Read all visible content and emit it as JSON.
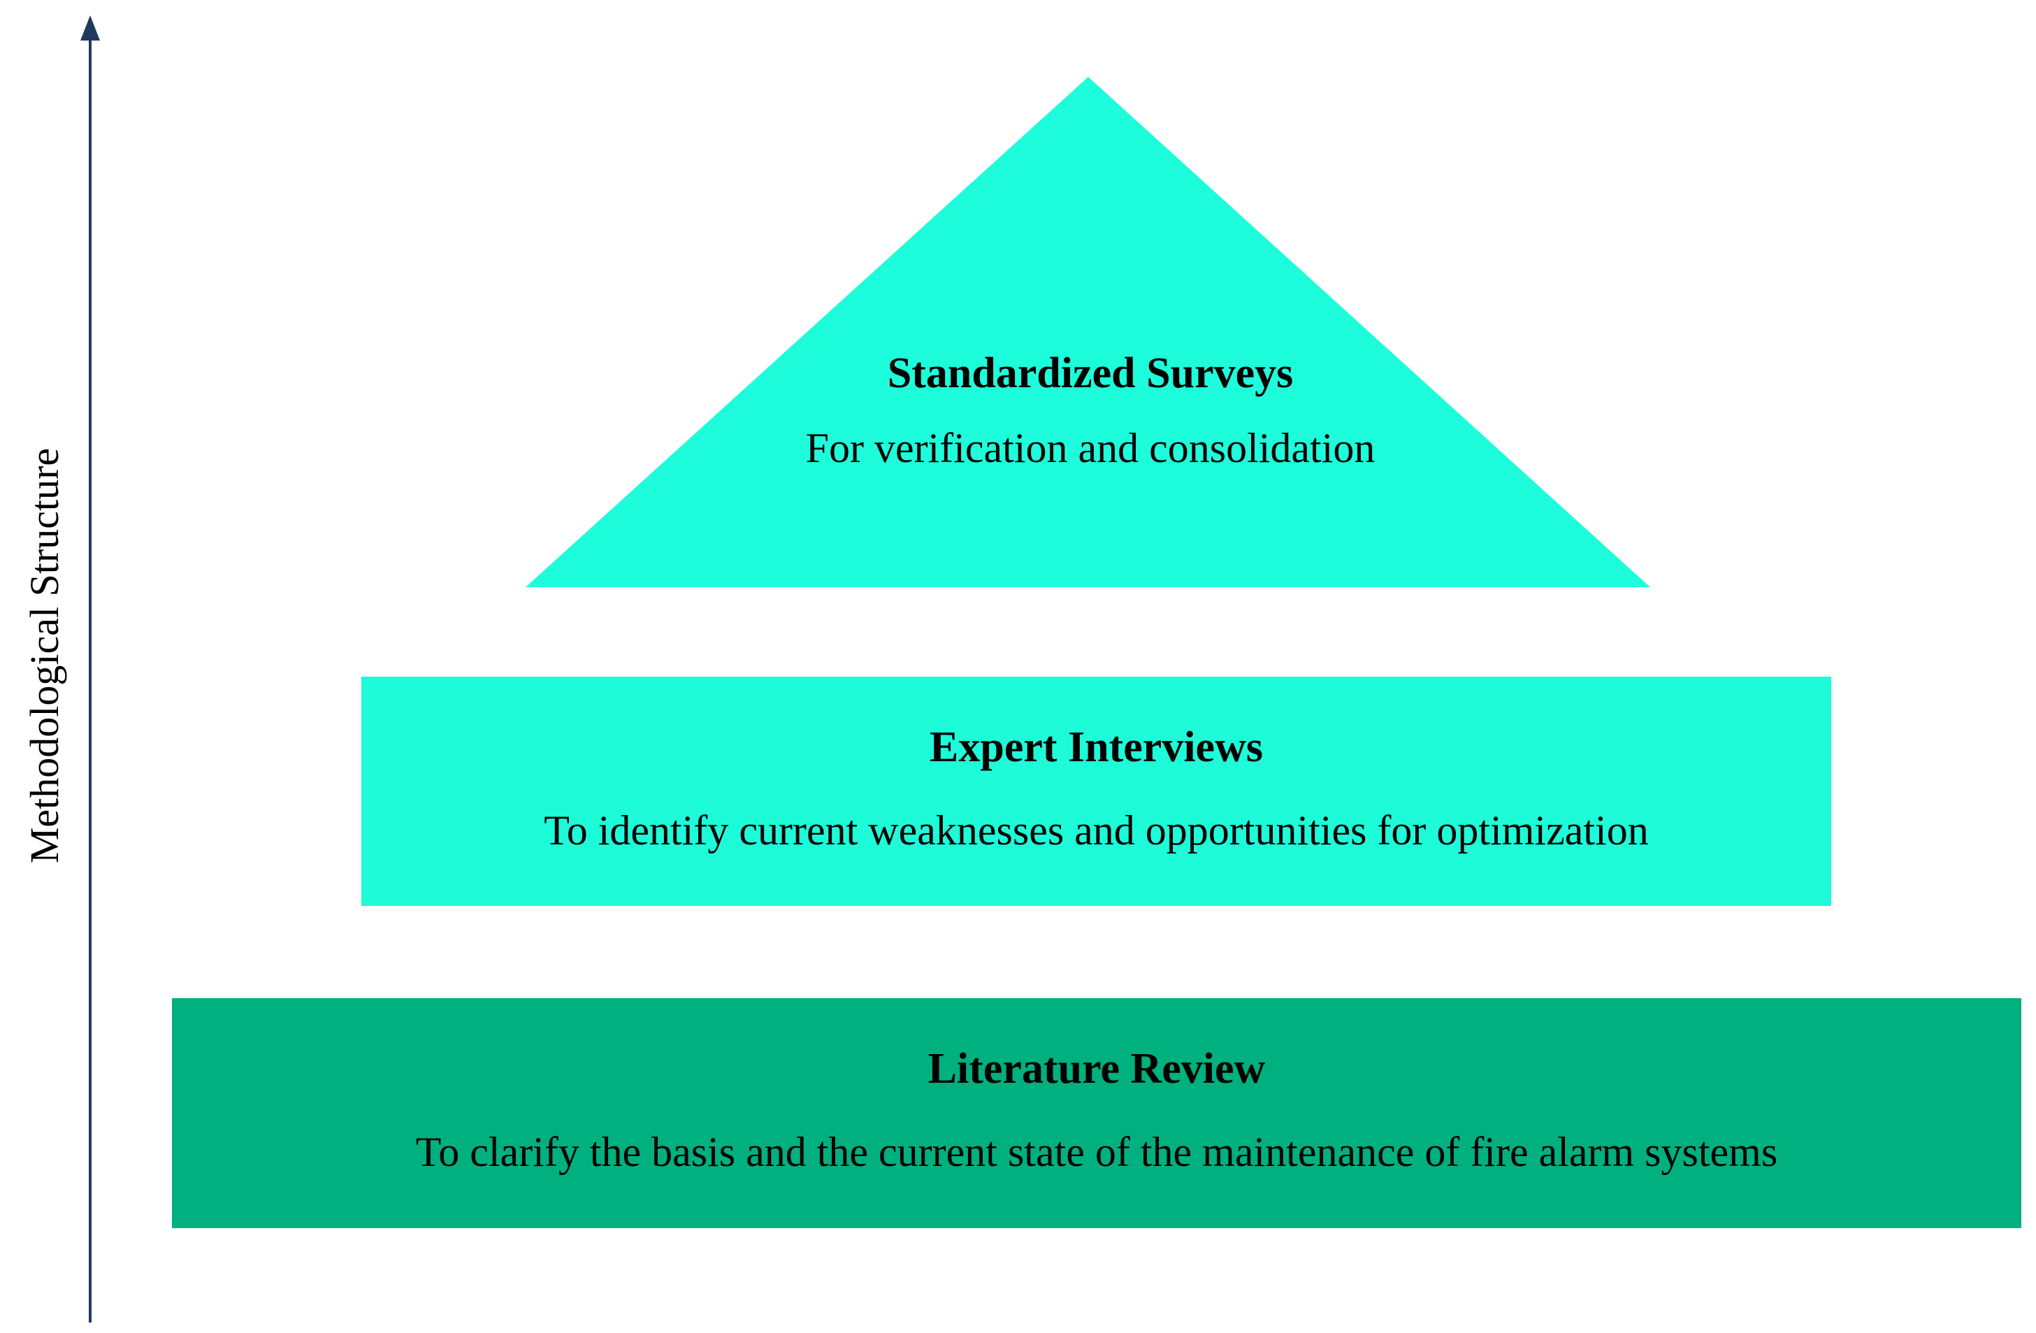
{
  "diagram": {
    "axis_label": "Methodological Structure",
    "tiers": [
      {
        "title": "Standardized Surveys",
        "description": "For verification and consolidation",
        "color": "#1dfddb"
      },
      {
        "title": "Expert Interviews",
        "description": "To identify current weaknesses and opportunities for optimization",
        "color": "#1dfbd8"
      },
      {
        "title": "Literature Review",
        "description": "To clarify the basis and the current state of the maintenance of fire alarm systems",
        "color": "#00b07f"
      }
    ],
    "axis_color": "#1f3a5c"
  }
}
